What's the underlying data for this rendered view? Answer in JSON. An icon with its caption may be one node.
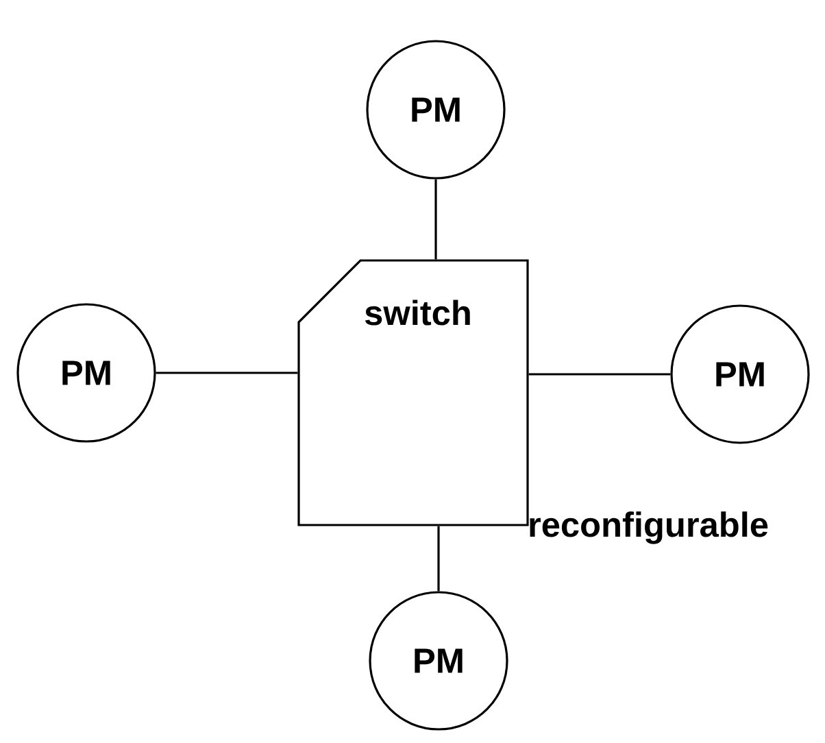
{
  "diagram": {
    "nodes": [
      {
        "text": [
          "PM"
        ]
      },
      {
        "text": [
          "PM"
        ]
      },
      {
        "text": [
          "switch"
        ],
        "beside": [
          "reconfigurable"
        ]
      },
      {
        "text": [
          "PM"
        ]
      },
      {
        "text": [
          "PM"
        ]
      }
    ],
    "edges": [
      {
        "from": 0,
        "to": 2,
        "arrow": "none"
      },
      {
        "from": 1,
        "to": 2,
        "arrow": "none"
      },
      {
        "from": 3,
        "to": 2,
        "arrow": "none"
      },
      {
        "from": 4,
        "to": 2,
        "arrow": "none"
      }
    ]
  }
}
